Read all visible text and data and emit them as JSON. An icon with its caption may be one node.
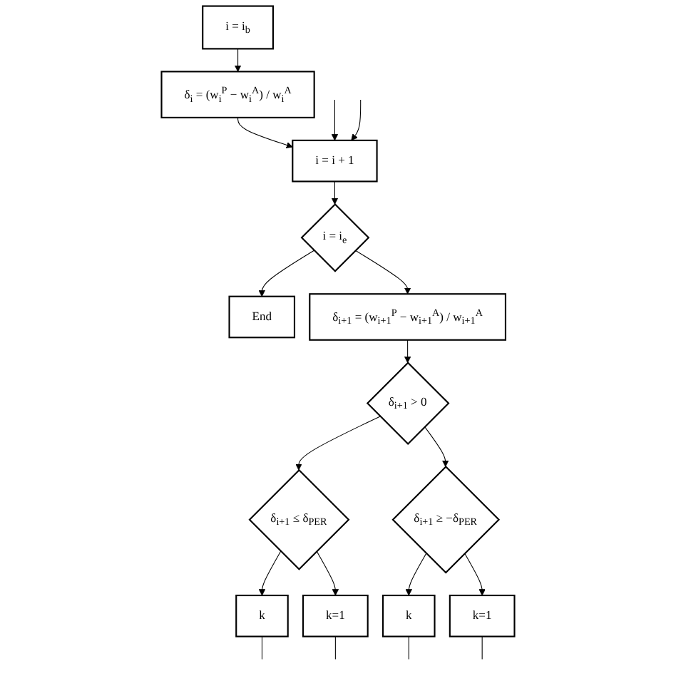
{
  "diagram": {
    "nodes": [
      {
        "text": [
          "i = i$_{b}$"
        ]
      },
      {
        "text": [
          "δ$_{i}$ = (w$_{i}$$^{P}$ − w$_{i}$$^{A}$) / w$_{i}$$^{A}$"
        ]
      },
      {
        "text": [
          "i = i + 1"
        ]
      },
      {
        "text": [
          "i = i$_{e}$"
        ]
      },
      {
        "text": [
          "End"
        ]
      },
      {
        "text": [
          "δ$_{i+1}$ = (w$_{i+1}$$^{P}$ − w$_{i+1}$$^{A}$) / w$_{i+1}$$^{A}$"
        ]
      },
      {
        "text": [
          "δ$_{i+1}$ > 0"
        ]
      },
      {
        "text": [
          "δ$_{i+1}$ ≤ δ$_{PER}$"
        ]
      },
      {
        "text": [
          "δ$_{i+1}$ ≥ −δ$_{PER}$"
        ]
      },
      {
        "text": [
          "k"
        ]
      },
      {
        "text": [
          "k=1"
        ]
      },
      {
        "text": [
          "k"
        ]
      },
      {
        "text": [
          "k=1"
        ]
      }
    ],
    "edges": [
      {
        "from": 0,
        "to": 1,
        "arrow": "to"
      },
      {
        "from": 1,
        "to": 2,
        "arrow": "to"
      },
      {
        "from": null,
        "to": 2,
        "arrow": "to"
      },
      {
        "from": null,
        "to": 2,
        "arrow": "to"
      },
      {
        "from": 2,
        "to": 3,
        "arrow": "to"
      },
      {
        "from": 3,
        "to": 4,
        "arrow": "to"
      },
      {
        "from": 3,
        "to": 5,
        "arrow": "to"
      },
      {
        "from": 5,
        "to": 6,
        "arrow": "to"
      },
      {
        "from": 6,
        "to": 7,
        "arrow": "to"
      },
      {
        "from": 6,
        "to": 8,
        "arrow": "to"
      },
      {
        "from": 7,
        "to": 9,
        "arrow": "to"
      },
      {
        "from": 7,
        "to": 10,
        "arrow": "to"
      },
      {
        "from": 8,
        "to": 11,
        "arrow": "to"
      },
      {
        "from": 8,
        "to": 12,
        "arrow": "to"
      },
      {
        "from": 9,
        "to": null,
        "arrow": "none"
      },
      {
        "from": 10,
        "to": null,
        "arrow": "none"
      },
      {
        "from": 11,
        "to": null,
        "arrow": "none"
      },
      {
        "from": 12,
        "to": null,
        "arrow": "none"
      }
    ]
  }
}
